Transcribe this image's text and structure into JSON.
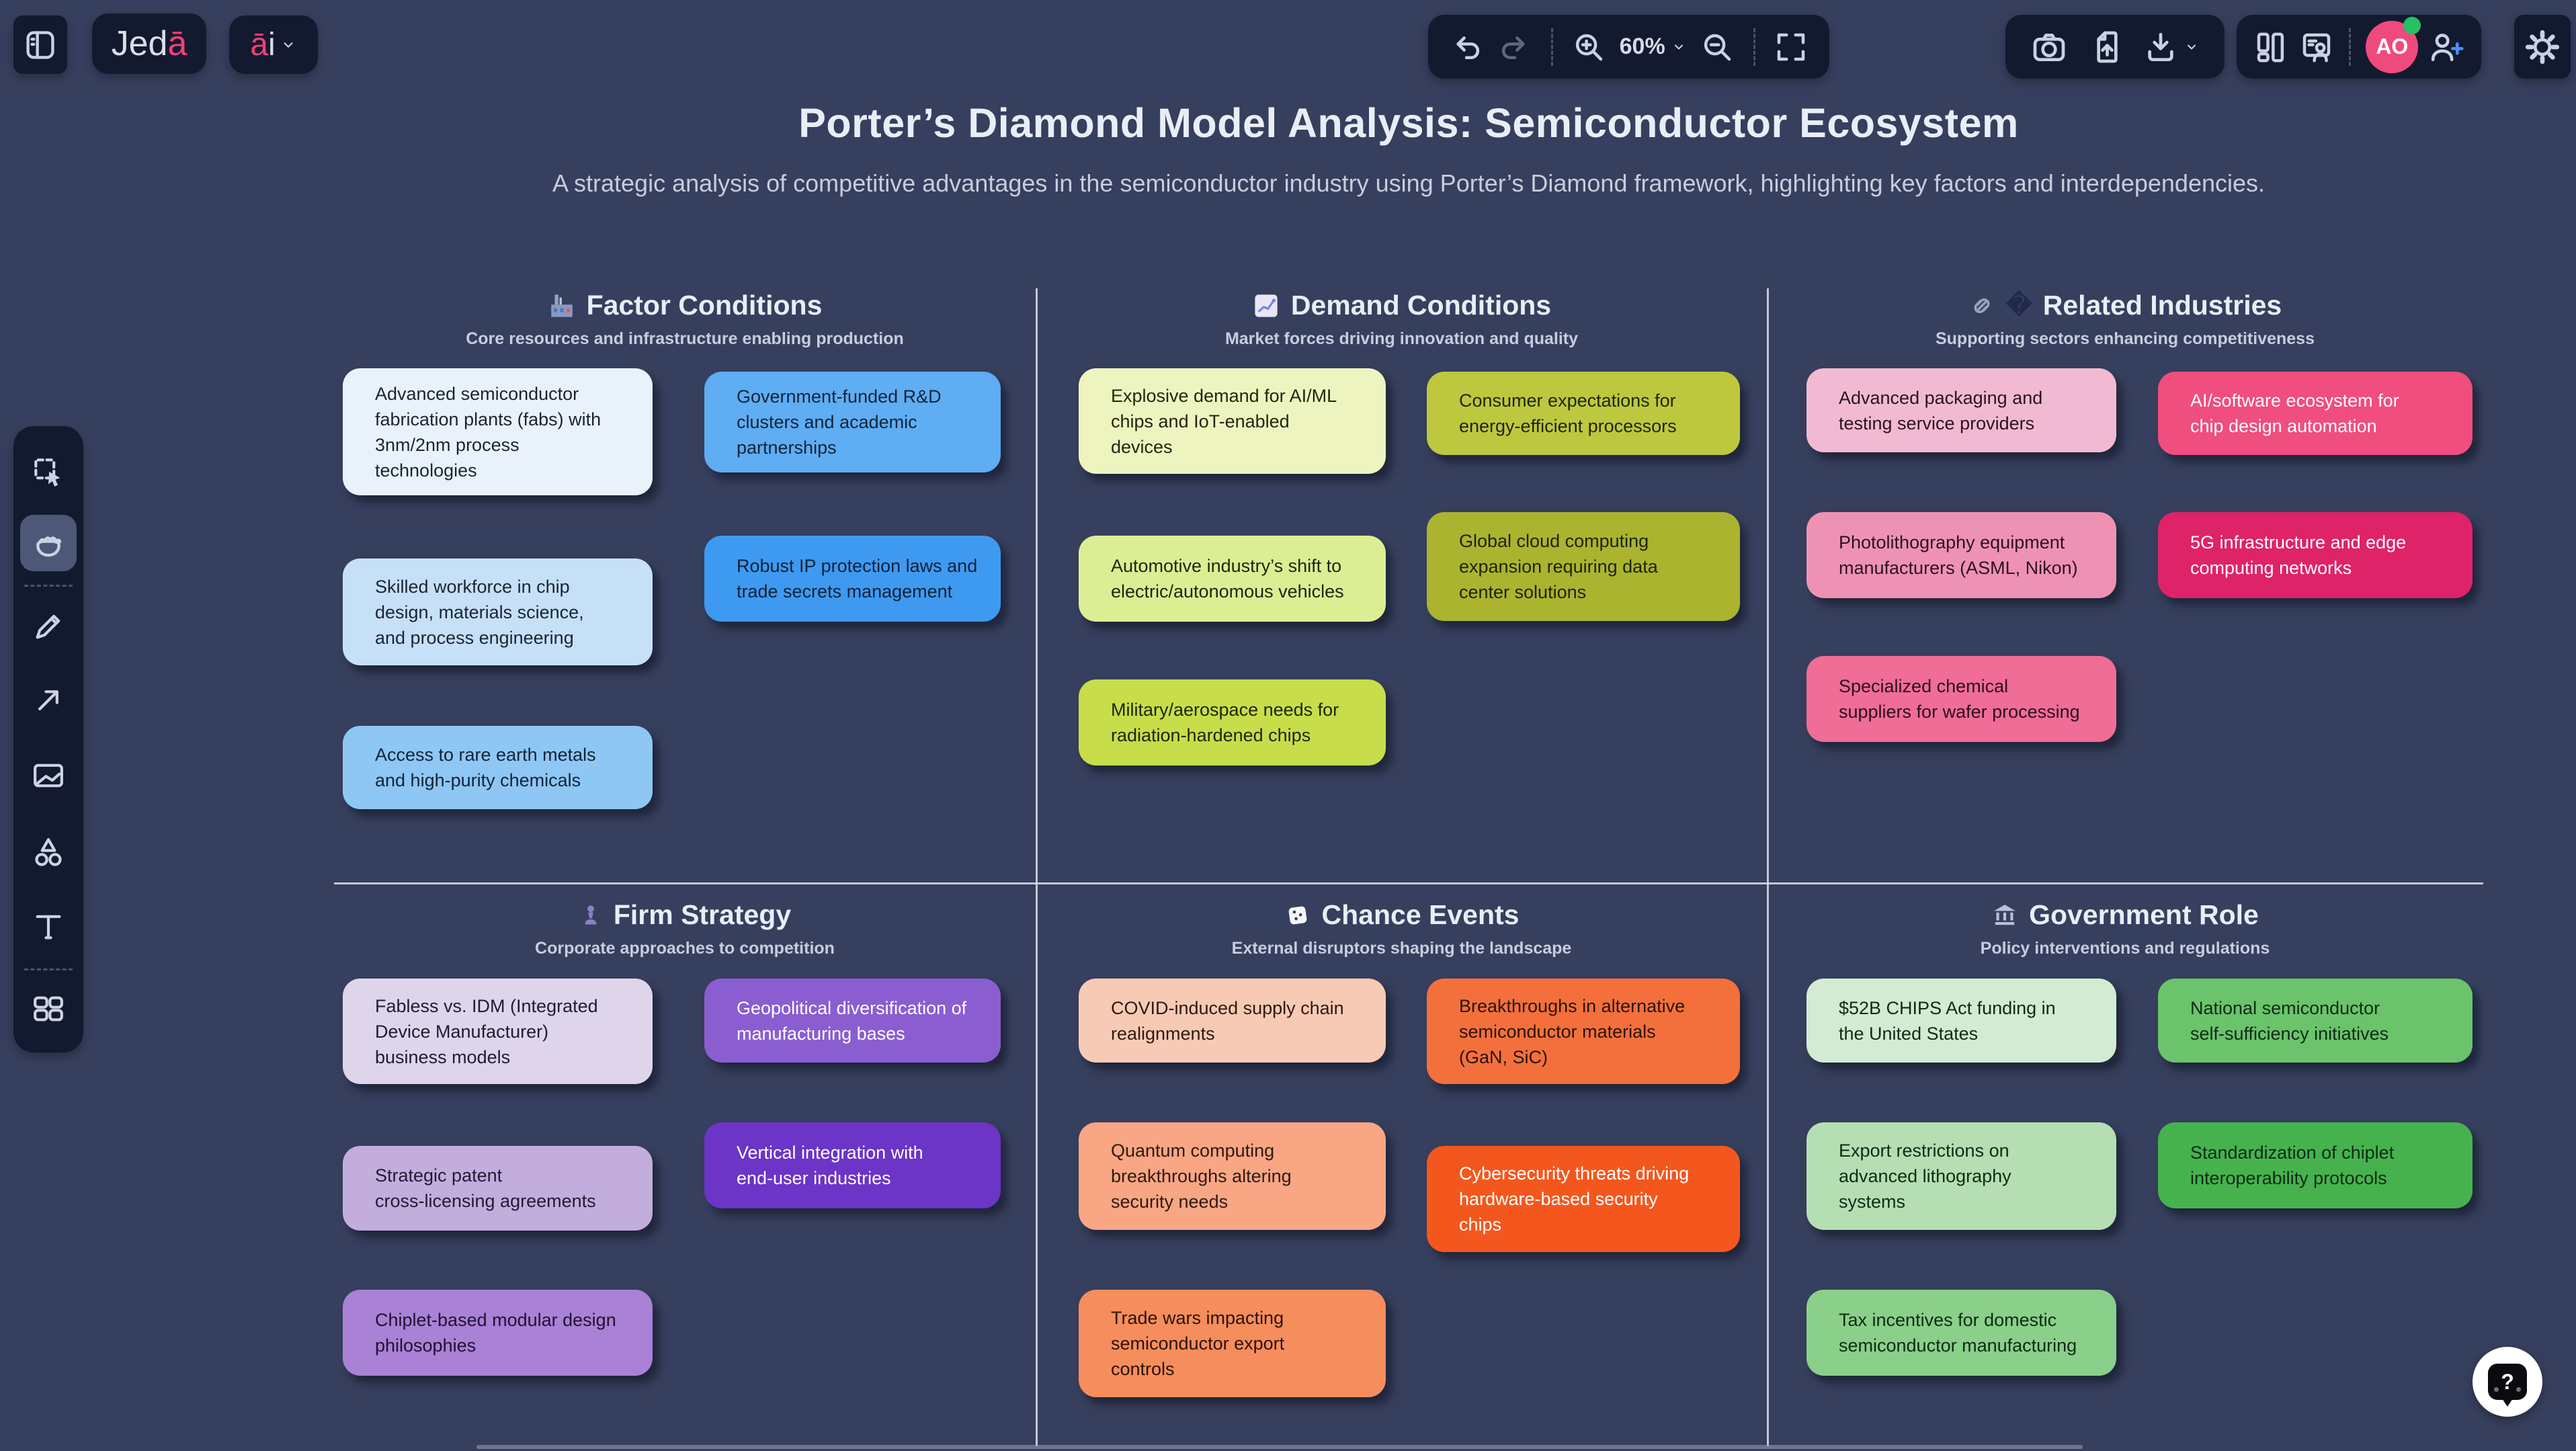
{
  "theme": {
    "canvas_bg": "#363f5d",
    "toolbar_bg": "#131a2f",
    "accent_pink": "#f43f77",
    "avatar_bg": "#ef4a7d",
    "online_green": "#27c163",
    "invite_plus_blue": "#4d8ef7",
    "divider_color": "#d6dce9"
  },
  "topbar": {
    "logo_main": "Jed",
    "logo_accent": "ā",
    "ai_accent": "ā",
    "ai_main": "i",
    "zoom_level": "60%",
    "avatar_initials": "AO",
    "icons": [
      "sidebar-toggle-icon",
      "undo-icon",
      "redo-icon",
      "zoom-in-icon",
      "zoom-dropdown",
      "zoom-out-icon",
      "fullscreen-icon",
      "camera-icon",
      "file-upload-icon",
      "download-icon",
      "download-chevron-icon",
      "board-layout-icon",
      "presenter-icon",
      "invite-user-icon",
      "gear-icon"
    ]
  },
  "left_toolbar": {
    "tools": [
      "select-tool",
      "hand-tool",
      "pen-tool",
      "arrow-tool",
      "image-tool",
      "shapes-tool",
      "text-tool",
      "grid-tool"
    ],
    "active_tool": "hand-tool"
  },
  "help": {
    "glyph": "?"
  },
  "board": {
    "title": "Porter’s Diamond Model Analysis: Semiconductor Ecosystem",
    "subtitle": "A strategic analysis of competitive advantages in the semiconductor industry using Porter’s Diamond framework, highlighting key factors and interdependencies.",
    "sections": [
      {
        "title": "Factor Conditions",
        "subtitle": "Core resources and infrastructure enabling production",
        "icon": "factory-icon",
        "notes": [
          {
            "text": "Advanced semiconductor\nfabrication plants (fabs) with\n3nm/2nm process\ntechnologies",
            "bg": "#e9f2fb",
            "fg": "#1c2434"
          },
          {
            "text": "Government-funded R&D\nclusters and academic\npartnerships",
            "bg": "#5fadf2",
            "fg": "#12233b"
          },
          {
            "text": "Skilled workforce in chip\ndesign, materials science,\nand process engineering",
            "bg": "#c6e0f7",
            "fg": "#1c2434"
          },
          {
            "text": "Robust IP protection laws and\ntrade secrets management",
            "bg": "#3e9af0",
            "fg": "#0e2138"
          },
          {
            "text": "Access to rare earth metals\nand high-purity chemicals",
            "bg": "#8ec7f4",
            "fg": "#122438"
          }
        ]
      },
      {
        "title": "Demand Conditions",
        "subtitle": "Market forces driving innovation and quality",
        "icon": "chart-increasing-icon",
        "notes": [
          {
            "text": "Explosive demand for AI/ML\nchips and IoT-enabled\ndevices",
            "bg": "#eef4bf",
            "fg": "#21260f"
          },
          {
            "text": "Consumer expectations for\nenergy-efficient processors",
            "bg": "#bdc83e",
            "fg": "#20250c"
          },
          {
            "text": "Automotive industry’s shift to\nelectric/autonomous vehicles",
            "bg": "#dcee94",
            "fg": "#21260f"
          },
          {
            "text": "Global cloud computing\nexpansion requiring data\ncenter solutions",
            "bg": "#aab42f",
            "fg": "#1e2309"
          },
          {
            "text": "Military/aerospace needs for\nradiation-hardened chips",
            "bg": "#c8dd4a",
            "fg": "#20250c"
          }
        ]
      },
      {
        "title": "Related Industries",
        "subtitle": "Supporting sectors enhancing competitiveness",
        "icon": "link-icon",
        "icon2_glyph": "�",
        "notes": [
          {
            "text": "Advanced packaging and\ntesting service providers",
            "bg": "#f2bad2",
            "fg": "#2c1220"
          },
          {
            "text": "AI/software ecosystem for\nchip design automation",
            "bg": "#ef4e7e",
            "fg": "#ffffff"
          },
          {
            "text": "Photolithography equipment\nmanufacturers (ASML, Nikon)",
            "bg": "#ee92b4",
            "fg": "#2c1220"
          },
          {
            "text": "5G infrastructure and edge\ncomputing networks",
            "bg": "#df2368",
            "fg": "#ffffff"
          },
          {
            "text": "Specialized chemical\nsuppliers for wafer processing",
            "bg": "#ef6d97",
            "fg": "#2c0f1e"
          }
        ]
      },
      {
        "title": "Firm Strategy",
        "subtitle": "Corporate approaches to competition",
        "icon": "chess-pawn-icon",
        "notes": [
          {
            "text": "Fabless vs. IDM (Integrated\nDevice Manufacturer)\nbusiness models",
            "bg": "#ded5eb",
            "fg": "#231a33"
          },
          {
            "text": "Geopolitical diversification of\nmanufacturing bases",
            "bg": "#8a5ed0",
            "fg": "#ffffff"
          },
          {
            "text": "Strategic patent\ncross-licensing agreements",
            "bg": "#c3addd",
            "fg": "#231a33"
          },
          {
            "text": "Vertical integration with\nend-user industries",
            "bg": "#6c34c7",
            "fg": "#ffffff"
          },
          {
            "text": "Chiplet-based modular design\nphilosophies",
            "bg": "#a981d5",
            "fg": "#1f1230"
          }
        ]
      },
      {
        "title": "Chance Events",
        "subtitle": "External disruptors shaping the landscape",
        "icon": "dice-icon",
        "notes": [
          {
            "text": "COVID-induced supply chain\nrealignments",
            "bg": "#f7cab5",
            "fg": "#2e1a10"
          },
          {
            "text": "Breakthroughs in alternative\nsemiconductor materials\n(GaN, SiC)",
            "bg": "#f3703d",
            "fg": "#2b1206"
          },
          {
            "text": "Quantum computing\nbreakthroughs altering\nsecurity needs",
            "bg": "#f8a684",
            "fg": "#2e1a10"
          },
          {
            "text": "Cybersecurity threats driving\nhardware-based security\nchips",
            "bg": "#f4571d",
            "fg": "#ffffff"
          },
          {
            "text": "Trade wars impacting\nsemiconductor export\ncontrols",
            "bg": "#f68d5d",
            "fg": "#2b1206"
          }
        ]
      },
      {
        "title": "Government Role",
        "subtitle": "Policy interventions and regulations",
        "icon": "bank-icon",
        "notes": [
          {
            "text": "$52B CHIPS Act funding in\nthe United States",
            "bg": "#d2ebd2",
            "fg": "#0f2b14"
          },
          {
            "text": "National semiconductor\nself-sufficiency initiatives",
            "bg": "#6bc36b",
            "fg": "#0d2b12"
          },
          {
            "text": "Export restrictions on\nadvanced lithography\nsystems",
            "bg": "#b5deb3",
            "fg": "#0f2b14"
          },
          {
            "text": "Standardization of chiplet\ninteroperability protocols",
            "bg": "#46b24e",
            "fg": "#0d2b12"
          },
          {
            "text": "Tax incentives for domestic\nsemiconductor manufacturing",
            "bg": "#8acf8a",
            "fg": "#0d2b12"
          }
        ]
      }
    ]
  }
}
